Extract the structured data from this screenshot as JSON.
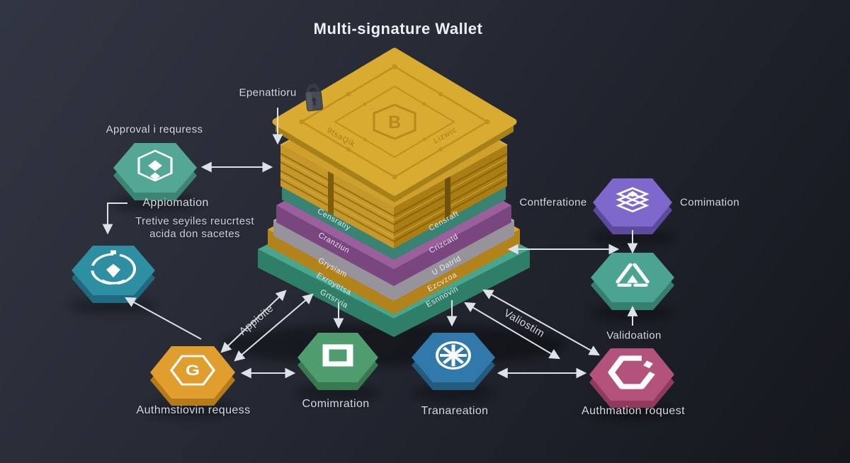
{
  "title": "Multi-signature Wallet",
  "labels": {
    "operation": "Epenattioru",
    "approval_request": "Approval i requress",
    "automation": "Appiomation",
    "note_line1": "Tretive seyiles reucrtest",
    "note_line2": "acida don sacetes",
    "confirmation_left": "Contferatione",
    "confirmation_right": "Comimation",
    "validation": "Validoation",
    "application_diag": "Appioite",
    "validation_diag": "Valiostim",
    "auth_request_left": "Authmstiovin requess",
    "confirmation_bottom": "Comimration",
    "transaction": "Tranareation",
    "auth_request_right": "Authmation roquest"
  },
  "stack": {
    "plate_edge_left": "9tsaQik",
    "plate_edge_right": "Lizwic",
    "emblem_glyph": "B",
    "layers": [
      {
        "name": "teal-upper",
        "left_text": "Censratiy",
        "right_text": "Censraft",
        "color": "#55a893"
      },
      {
        "name": "purple",
        "left_text": "Cranziun",
        "right_text": "Crizcatd",
        "color": "#9b5f9e"
      },
      {
        "name": "silver",
        "left_text": "",
        "right_text": "",
        "color": "#bab7bd"
      },
      {
        "name": "gold",
        "left_text": "Grysiam",
        "right_text": "U Datrld",
        "color": "#d9a72e"
      },
      {
        "name": "teal-lower",
        "left_text": "Exroyetsa",
        "right_text": "Ezcvzoa",
        "left_text2": "Grtsrvia",
        "right_text2": "Esnnovin",
        "color": "#47a68d"
      }
    ]
  },
  "icons": {
    "gold_hex_glyph": "G",
    "names": [
      "package-cube-icon",
      "emblem-circle-icon",
      "layers-stack-icon",
      "triangle-icon",
      "hexagon-g-icon",
      "square-icon",
      "wheel-icon",
      "broken-hexagon-icon",
      "lock-icon",
      "bitcoin-emblem-icon"
    ]
  },
  "colors": {
    "background": "#262a34",
    "arrow": "#dde1e8",
    "gold_plate": "#d9ab30",
    "gold_bars": "#c6972a",
    "teal_node": "#55a795",
    "cyan_node": "#2f8fa2",
    "purple_node": "#7e68cb",
    "green_node": "#4f9c6e",
    "blue_node": "#3179aa",
    "pink_node": "#b3537b",
    "amber_node": "#df9e2e"
  }
}
